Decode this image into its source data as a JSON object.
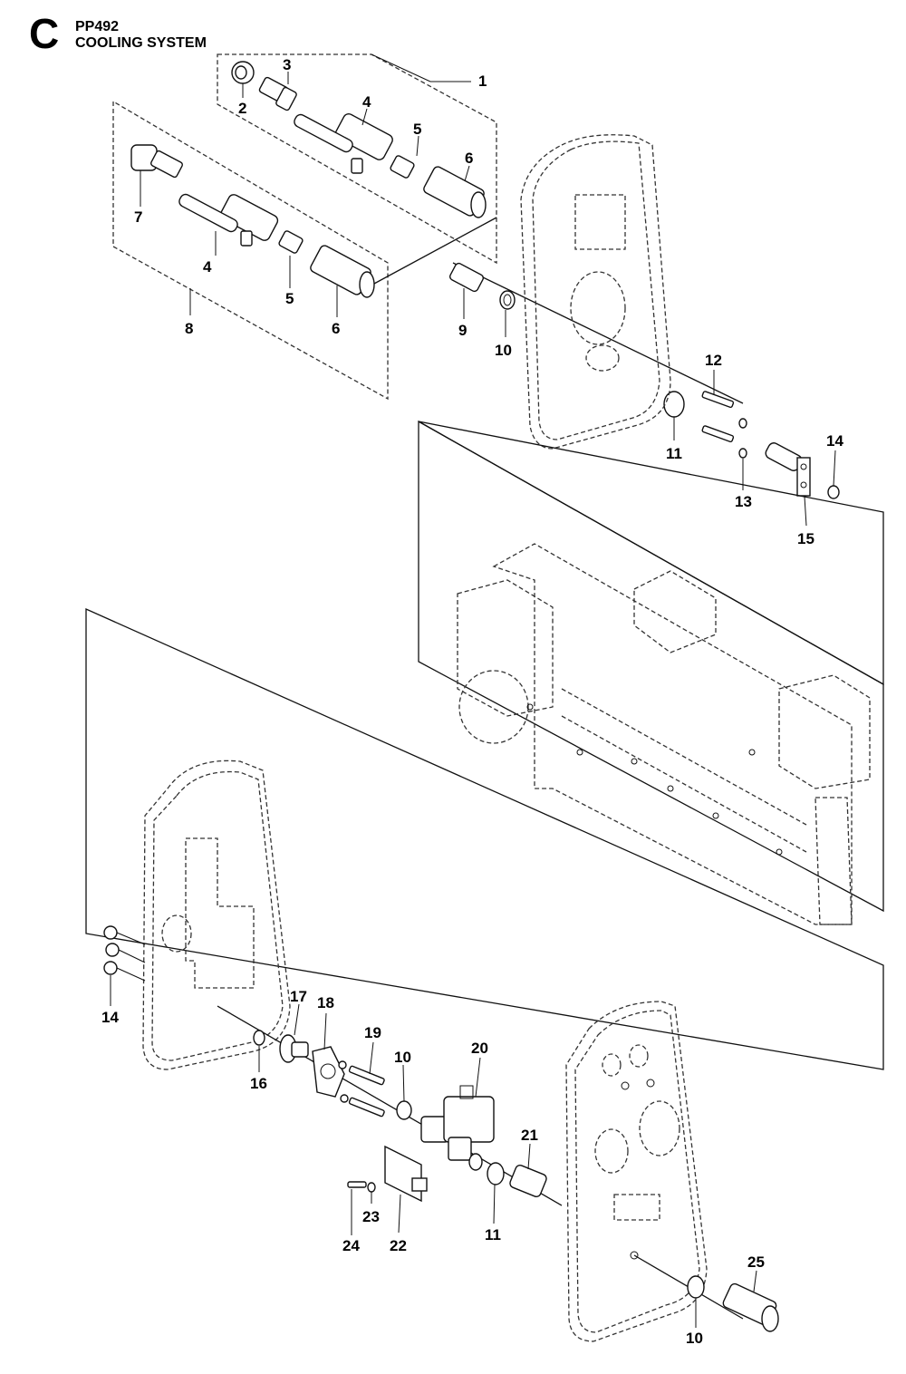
{
  "header": {
    "section_letter": "C",
    "model": "PP492",
    "title": "COOLING SYSTEM"
  },
  "callouts": {
    "c1": "1",
    "c2": "2",
    "c3": "3",
    "c4a": "4",
    "c5a": "5",
    "c6a": "6",
    "c7": "7",
    "c4b": "4",
    "c5b": "5",
    "c6b": "6",
    "c8": "8",
    "c9": "9",
    "c10a": "10",
    "c11a": "11",
    "c12": "12",
    "c13": "13",
    "c14a": "14",
    "c15": "15",
    "c14b": "14",
    "c16": "16",
    "c17": "17",
    "c18": "18",
    "c19": "19",
    "c10b": "10",
    "c20": "20",
    "c21": "21",
    "c11b": "11",
    "c22": "22",
    "c23": "23",
    "c24": "24",
    "c25": "25",
    "c10c": "10"
  }
}
